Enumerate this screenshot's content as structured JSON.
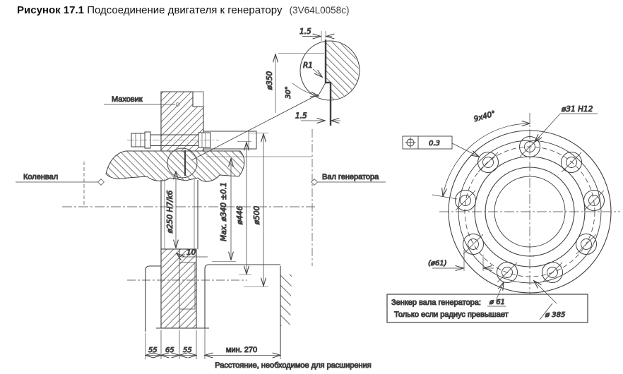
{
  "title": {
    "figure": "Рисунок 17.1",
    "name": "Подсоединение двигателя к генератору",
    "code": "(3V64L0058c)"
  },
  "labels": {
    "flywheel": "Маховик",
    "crankshaft": "Коленвал",
    "generator_shaft": "Вал генератора",
    "expansion_caption": "Расстояние, необходимое для расширения"
  },
  "dims": {
    "shaft_fit": "ø250 H7/k6",
    "max_spigot": "Мах. ø340 ±0.1",
    "d446": "ø446",
    "d500": "ø500",
    "step": "10",
    "chain": [
      "55",
      "65",
      "55"
    ],
    "min_clearance": "мин. 270",
    "detail_gap_top": "1.5",
    "detail_gap_bottom": "1.5",
    "detail_radius": "R1",
    "detail_dia": "ø350",
    "detail_angle": "30°",
    "hole_pattern": "9x40°",
    "hole_dia": "ø31 H12",
    "position_tolerance": "0.3",
    "counterbore_ref": "(ø61)"
  },
  "note": {
    "line1": "Зенкер вала генератора:",
    "line1_value": "ø 61",
    "line2": "Только если радиус превышает",
    "line2_value": "ø 385"
  },
  "colors": {
    "line": "#3f3f3f",
    "text": "#1e1e1e",
    "background": "#ffffff"
  }
}
